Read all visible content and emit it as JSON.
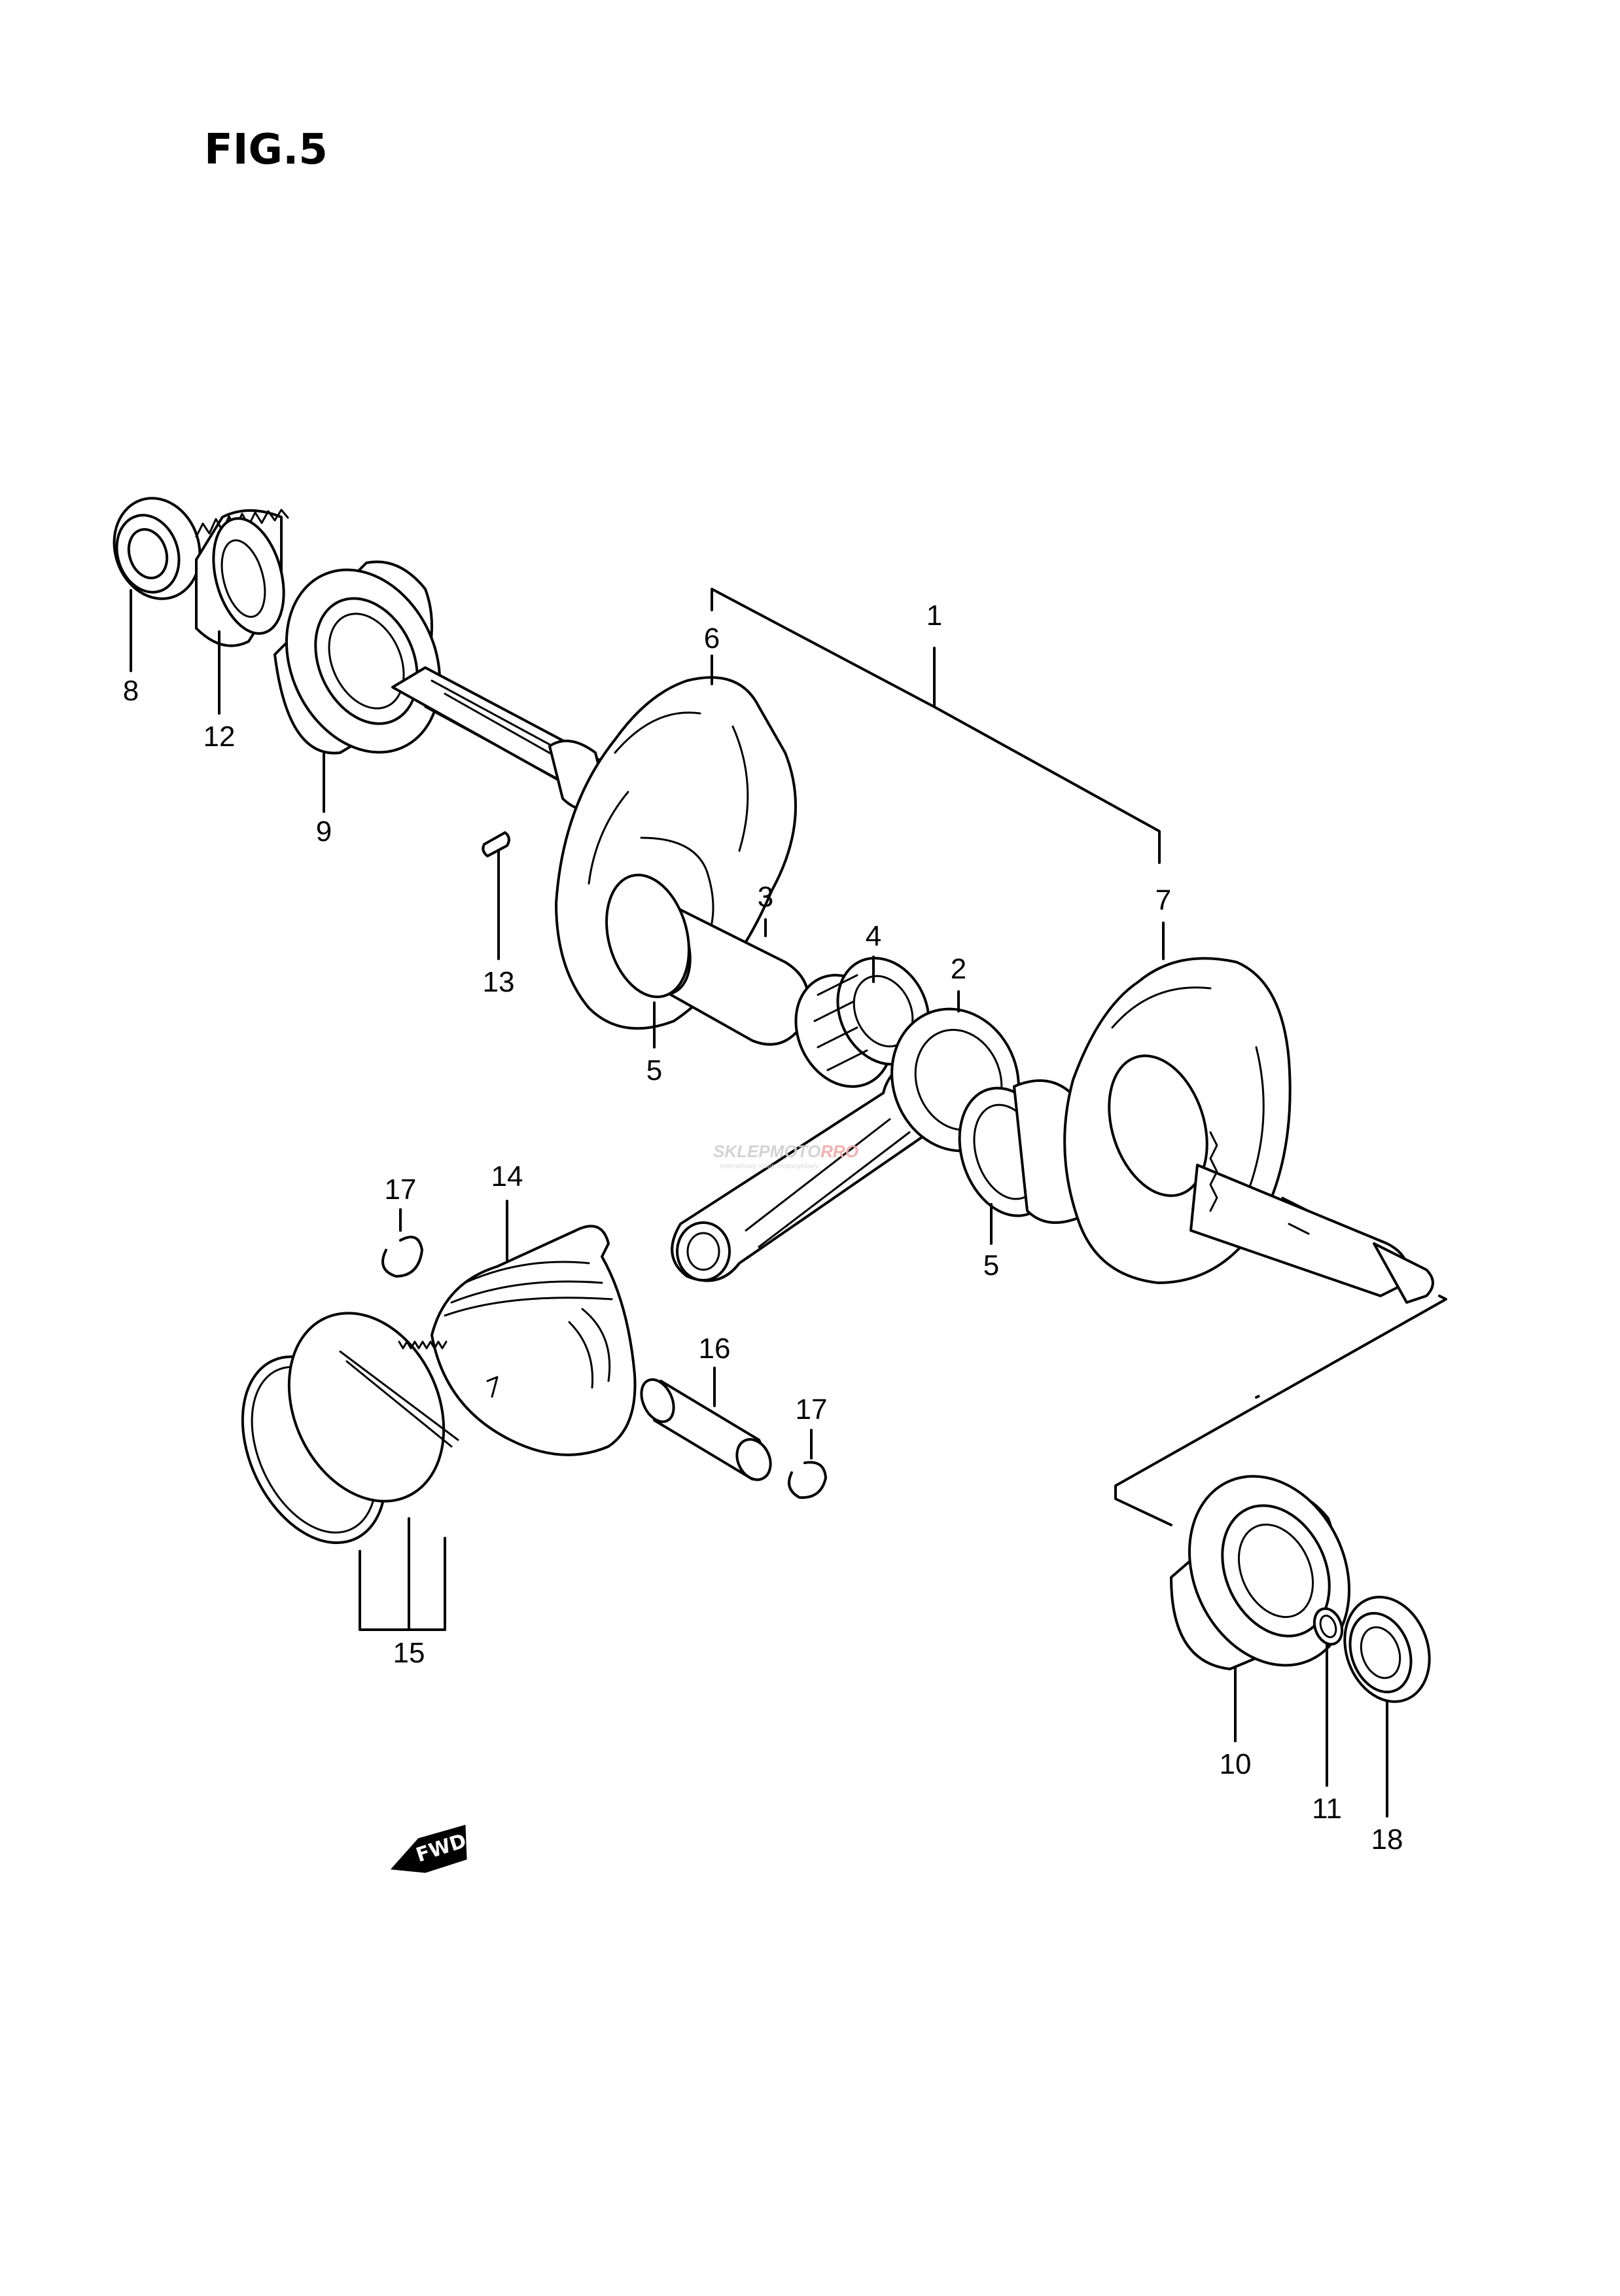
{
  "figure": {
    "title": "FIG.5"
  },
  "watermark": {
    "brand": "SKLEPMOTO",
    "brand_accent": "RRO",
    "tagline": "internetowy sklep motocyklowy"
  },
  "fwd_arrow": {
    "label": "FWD"
  },
  "callouts": [
    {
      "id": "c1",
      "label": "1"
    },
    {
      "id": "c2",
      "label": "2"
    },
    {
      "id": "c3",
      "label": "3"
    },
    {
      "id": "c4",
      "label": "4"
    },
    {
      "id": "c5a",
      "label": "5"
    },
    {
      "id": "c5b",
      "label": "5"
    },
    {
      "id": "c6",
      "label": "6"
    },
    {
      "id": "c7",
      "label": "7"
    },
    {
      "id": "c8",
      "label": "8"
    },
    {
      "id": "c9",
      "label": "9"
    },
    {
      "id": "c10",
      "label": "10"
    },
    {
      "id": "c11",
      "label": "11"
    },
    {
      "id": "c12",
      "label": "12"
    },
    {
      "id": "c13",
      "label": "13"
    },
    {
      "id": "c14",
      "label": "14"
    },
    {
      "id": "c15",
      "label": "15"
    },
    {
      "id": "c16",
      "label": "16"
    },
    {
      "id": "c17a",
      "label": "17"
    },
    {
      "id": "c17b",
      "label": "17"
    },
    {
      "id": "c18",
      "label": "18"
    }
  ]
}
